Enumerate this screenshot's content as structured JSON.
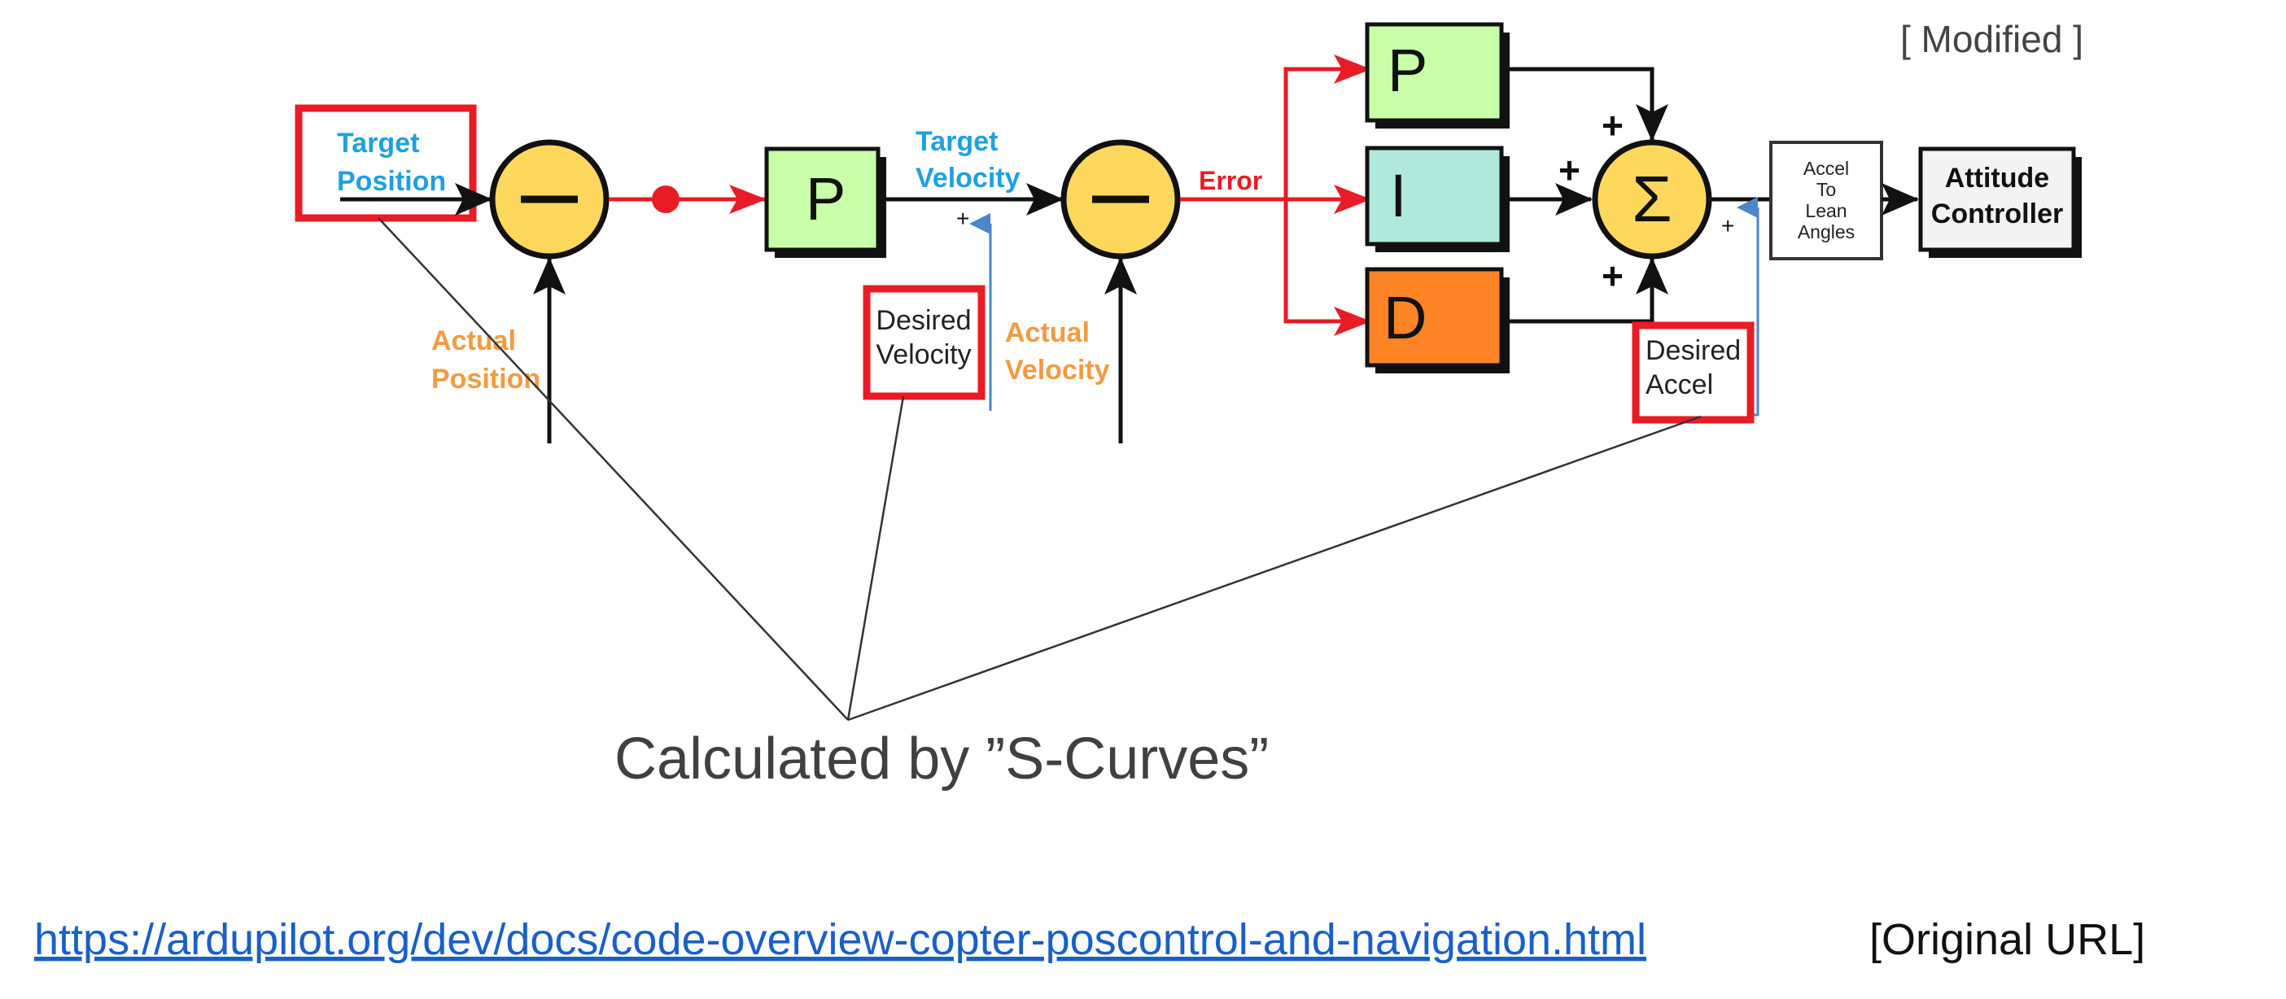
{
  "diagram": {
    "modified_note": "[ Modified ]",
    "target_position": {
      "line1": "Target",
      "line2": "Position"
    },
    "actual_position": {
      "line1": "Actual",
      "line2": "Position"
    },
    "target_velocity": {
      "line1": "Target",
      "line2": "Velocity"
    },
    "actual_velocity": {
      "line1": "Actual",
      "line2": "Velocity"
    },
    "desired_velocity": {
      "line1": "Desired",
      "line2": "Velocity"
    },
    "desired_accel": {
      "line1": "Desired",
      "line2": "Accel"
    },
    "error_label": "Error",
    "position_p": "P",
    "pid": {
      "p": "P",
      "i": "I",
      "d": "D"
    },
    "sum_symbol": "Σ",
    "minus_symbol": "—",
    "plus_sign": "+",
    "accel_to_lean": [
      "Accel",
      "To",
      "Lean",
      "Angles"
    ],
    "attitude_controller": {
      "line1": "Attitude",
      "line2": "Controller"
    },
    "s_curves_caption": "Calculated by ”S-Curves”",
    "source_url": "https://ardupilot.org/dev/docs/code-overview-copter-poscontrol-and-navigation.html",
    "source_url_note": "[Original URL]",
    "colors": {
      "red": "#e81c24",
      "blue_text": "#1ea0e0",
      "orange_text": "#f39a40",
      "summer_yellow": "#fdd85c",
      "p_green": "#c9ffa8",
      "i_cyan": "#b0e8dc",
      "d_orange": "#ff8426",
      "feedforward_blue": "#4a86c8",
      "link_blue": "#1a5fc8"
    }
  }
}
